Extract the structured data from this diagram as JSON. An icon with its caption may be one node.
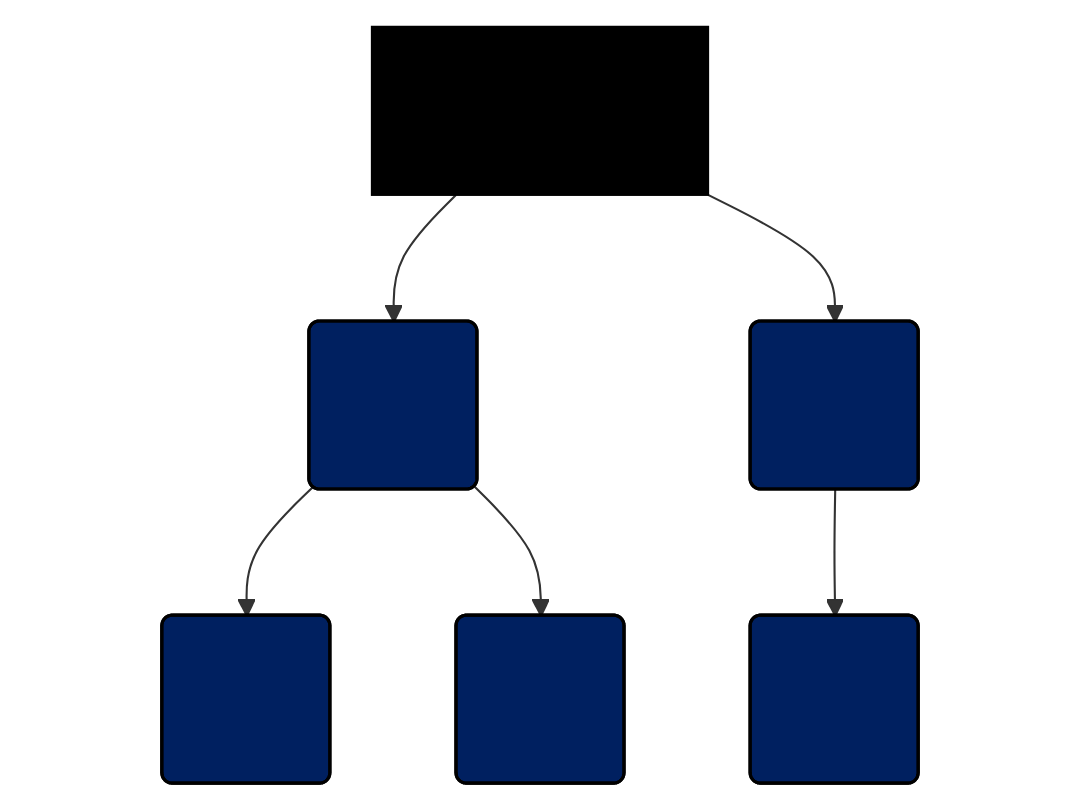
{
  "diagram": {
    "nodes": [
      {
        "text": [],
        "shape": "bar"
      },
      {
        "text": [],
        "shape": "box"
      },
      {
        "text": [],
        "shape": "box"
      },
      {
        "text": [],
        "shape": "box"
      },
      {
        "text": [],
        "shape": "box"
      },
      {
        "text": [],
        "shape": "box"
      }
    ],
    "edges": [
      {
        "from": 0,
        "to": 1,
        "arrow": "to"
      },
      {
        "from": 0,
        "to": 2,
        "arrow": "to"
      },
      {
        "from": 1,
        "to": 3,
        "arrow": "to"
      },
      {
        "from": 1,
        "to": 4,
        "arrow": "to"
      },
      {
        "from": 2,
        "to": 5,
        "arrow": "to"
      }
    ]
  }
}
